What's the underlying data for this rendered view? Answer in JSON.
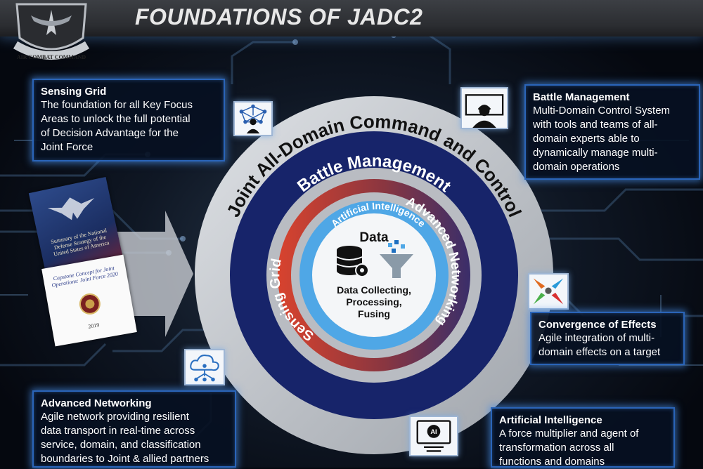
{
  "header": {
    "title": "FOUNDATIONS OF JADC2",
    "emblem_text": "AIR COMBAT COMMAND"
  },
  "rings": {
    "outer": "Joint All-Domain Command and Control",
    "battle": "Battle Management",
    "sensing": "Sensing Grid",
    "networking": "Advanced Networking",
    "ai": "Artificial Intelligence",
    "core_title": "Data",
    "core_lines": [
      "Data Collecting,",
      "Processing,",
      "Fusing"
    ]
  },
  "cards": {
    "sensing": {
      "title": "Sensing Grid",
      "lines": [
        "The foundation for all Key Focus",
        "Areas to unlock the full potential",
        "of Decision Advantage for the",
        "Joint Force"
      ]
    },
    "battle": {
      "title": "Battle Management",
      "lines": [
        "Multi-Domain Control System",
        "with tools and teams of all-",
        "domain experts able to",
        "dynamically manage multi-",
        "domain operations"
      ]
    },
    "convergence": {
      "title": "Convergence of Effects",
      "lines": [
        "Agile integration of multi-",
        "domain effects on a target"
      ]
    },
    "networking": {
      "title": "Advanced Networking",
      "lines": [
        "Agile network providing resilient",
        "data transport in real-time across",
        "service, domain, and classification",
        "boundaries to Joint & allied partners"
      ]
    },
    "ai": {
      "title": "Artificial Intelligence",
      "lines": [
        "A force multiplier and agent of",
        "transformation across all",
        "functions and domains"
      ]
    }
  },
  "documents": {
    "nds_title": "Summary of the National Defense Strategy of the United States of America",
    "ccjo_title": "Capstone Concept for Joint Operations: Joint Force 2020",
    "ccjo_year": "2019"
  },
  "icons": [
    "network-person-icon",
    "operator-monitor-icon",
    "convergence-arrows-icon",
    "cloud-network-icon",
    "ai-monitor-icon",
    "database-gear-icon",
    "funnel-icon"
  ],
  "colors": {
    "outer_ring": "#c9cdd2",
    "battle_ring": "#17246a",
    "sensing_ring": "#c43d2c",
    "networking_ring": "#6a3a50",
    "ai_ring": "#4fa7e6",
    "card_border": "#2a64b8"
  }
}
